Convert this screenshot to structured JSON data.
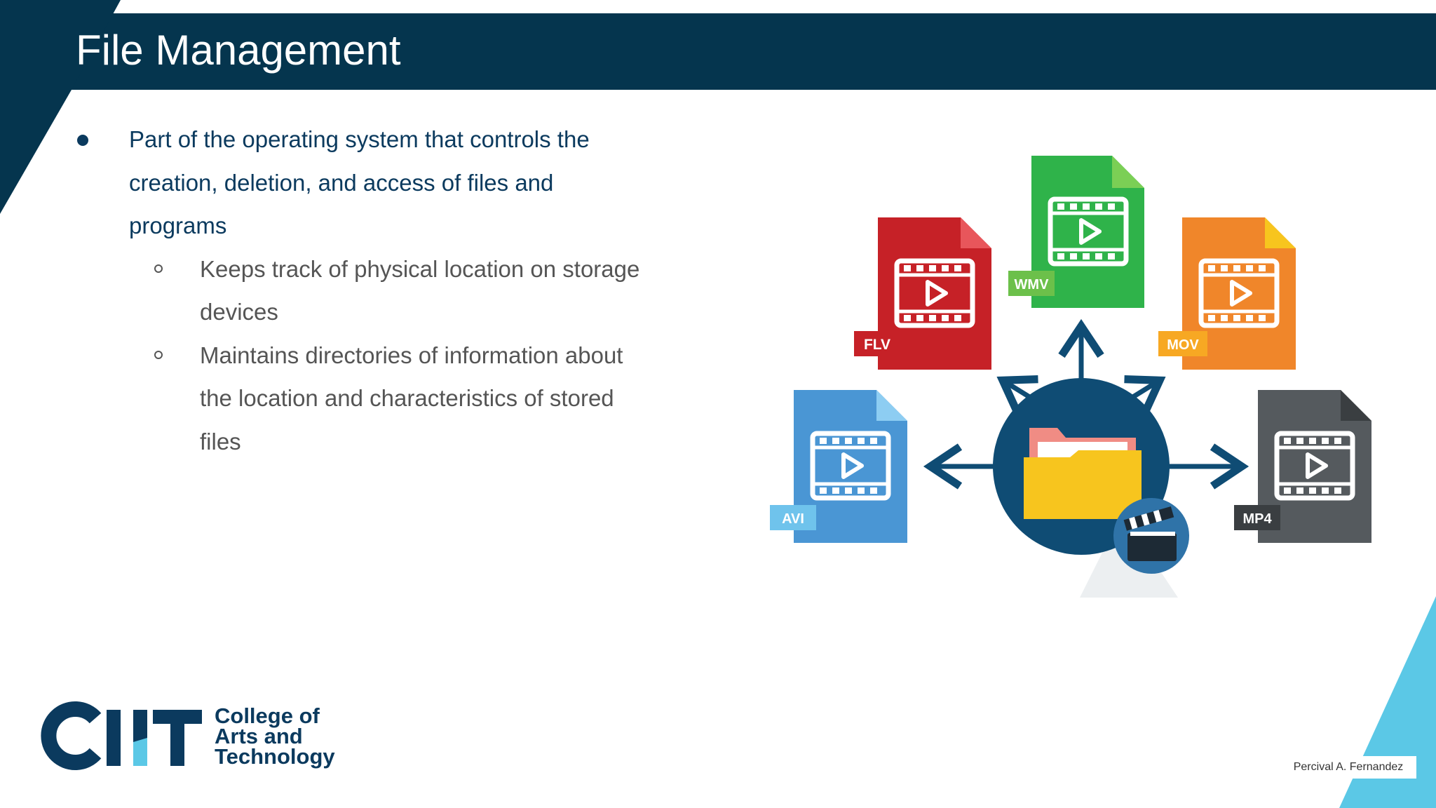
{
  "slide": {
    "title": "File Management",
    "bullets": [
      {
        "text": "Part of the operating system that controls the creation, deletion, and access of files and programs",
        "lines": [
          "Part of the operating system that controls the",
          "creation, deletion, and access of files and",
          "programs"
        ],
        "subitems": [
          {
            "text": "Keeps track of physical location on storage devices",
            "lines": [
              "Keeps track of physical location on storage",
              "devices"
            ]
          },
          {
            "text": "Maintains directories of information about the location and characteristics of stored files",
            "lines": [
              "Maintains directories of information about",
              "the location and characteristics of stored",
              "files"
            ]
          }
        ]
      }
    ],
    "illustration": {
      "file_labels": [
        "FLV",
        "WMV",
        "MOV",
        "AVI",
        "MP4"
      ],
      "icons": [
        "video-file-icon",
        "folder-icon",
        "clapperboard-icon",
        "arrow-icon"
      ]
    },
    "logo": {
      "mark": "CIIT",
      "lines": [
        "College of",
        "Arts and",
        "Technology"
      ]
    },
    "presenter": "Percival A. Fernandez",
    "colors": {
      "navy": "#05354e",
      "accent_cyan": "#5bc8e6",
      "text_navy": "#0b3a5e",
      "text_gray": "#555555",
      "flv": "#c62127",
      "wmv": "#2fb34a",
      "mov": "#f0862a",
      "avi": "#4a96d4",
      "mp4": "#555a5e",
      "hub": "#0f4c74",
      "folder": "#f7c51e"
    }
  }
}
